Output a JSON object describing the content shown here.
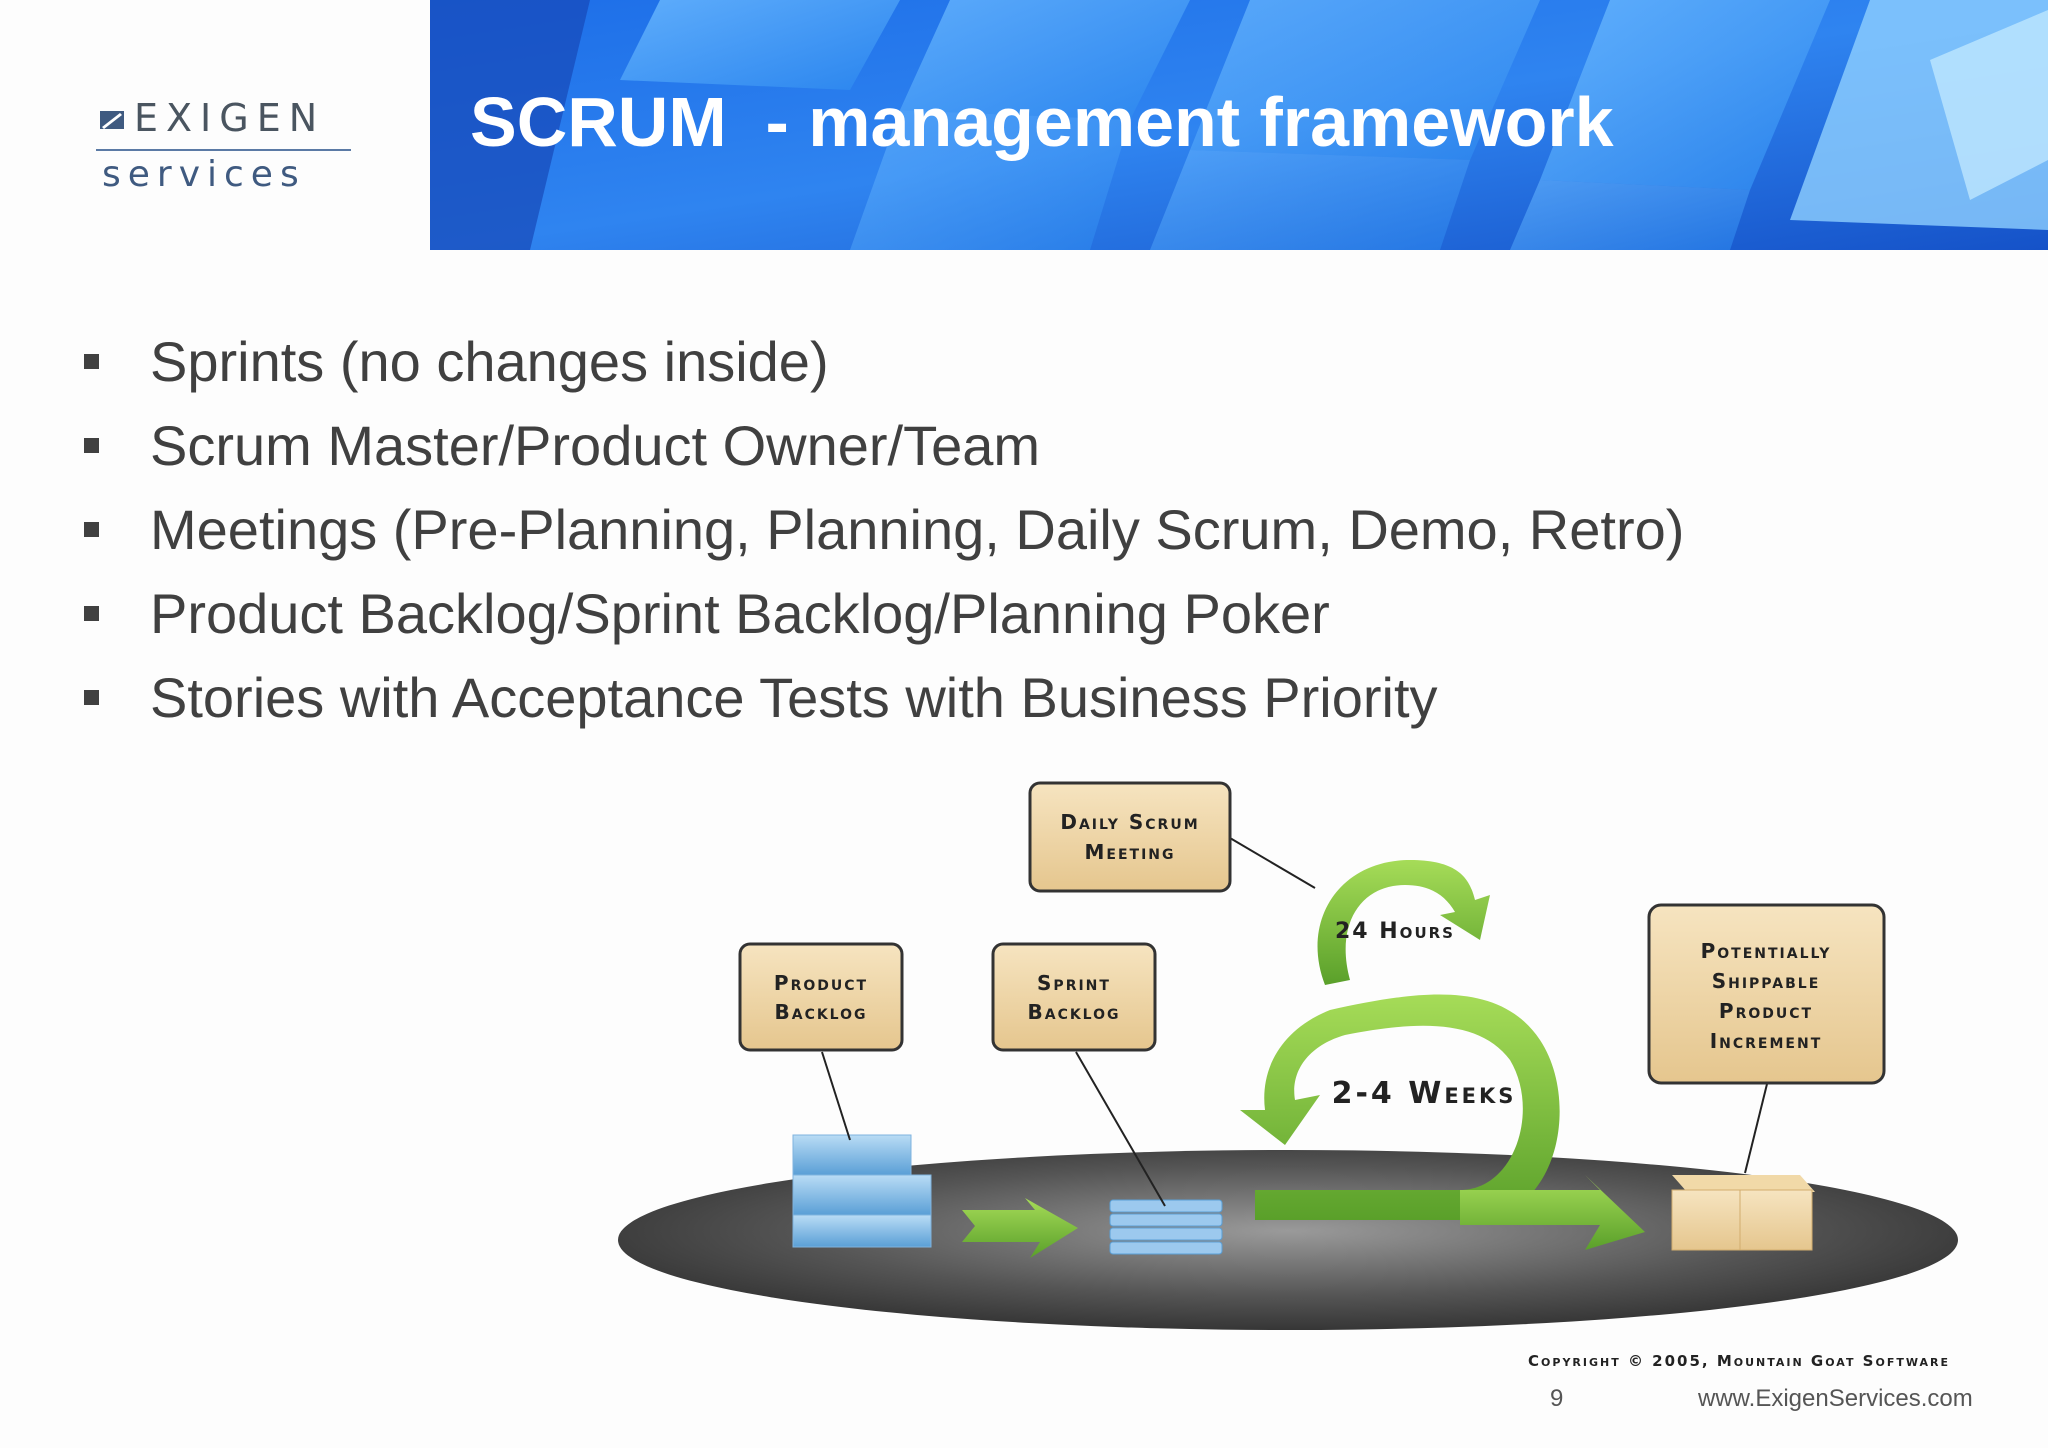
{
  "logo": {
    "word": "EXIGEN",
    "sub": "services"
  },
  "title": "SCRUM  - management framework",
  "bullets": [
    "Sprints (no changes inside)",
    "Scrum Master/Product Owner/Team",
    "Meetings (Pre-Planning, Planning, Daily Scrum, Demo, Retro)",
    "Product Backlog/Sprint Backlog/Planning Poker",
    "Stories with Acceptance Tests with Business Priority"
  ],
  "diagram": {
    "daily_scrum": [
      "Daily Scrum",
      "Meeting"
    ],
    "hours": "24 Hours",
    "weeks": "2-4 Weeks",
    "product_backlog": [
      "Product",
      "Backlog"
    ],
    "sprint_backlog": [
      "Sprint",
      "Backlog"
    ],
    "increment": [
      "Potentially",
      "Shippable",
      "Product",
      "Increment"
    ],
    "copyright": "Copyright © 2005, Mountain Goat Software"
  },
  "footer": {
    "page": "9",
    "url": "www.ExigenServices.com"
  },
  "colors": {
    "banner": "#1a63d6",
    "label_box": "#f0d9b0",
    "arrow_green": "#7cc73a",
    "platform": "#4a4a4a"
  }
}
